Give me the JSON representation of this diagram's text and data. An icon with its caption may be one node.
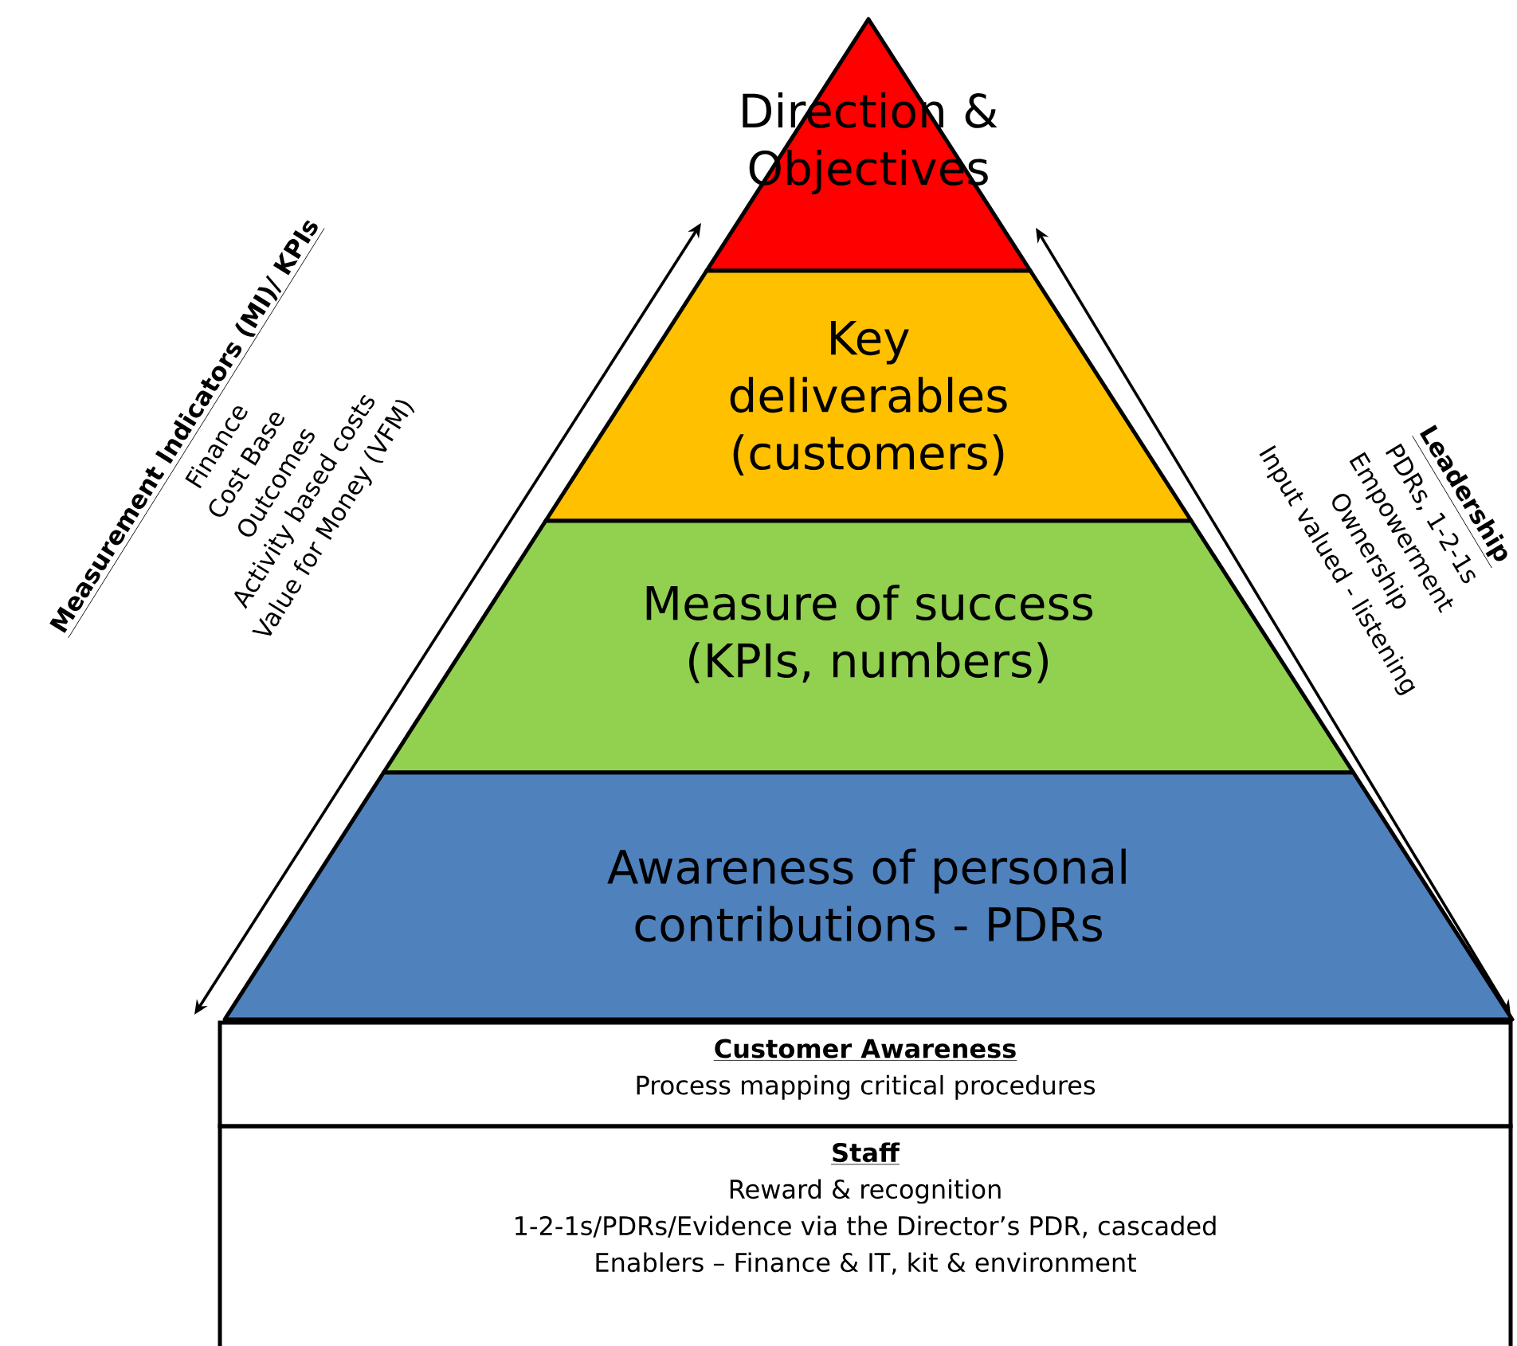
{
  "diagram": {
    "nodes": [
      {
        "text": [
          "Direction & Objectives"
        ]
      },
      {
        "text": [
          "Key deliverables (customers)"
        ]
      },
      {
        "text": [
          "Measure of success (KPIs, numbers)"
        ]
      },
      {
        "text": [
          "Awareness of personal contributions - PDRs"
        ]
      },
      {
        "text": [
          "Customer Awareness",
          "Process mapping critical procedures"
        ]
      },
      {
        "text": [
          "Staff",
          "Reward & recognition",
          "1-2-1s/PDRs/Evidence via the Director’s PDR, cascaded",
          "Enablers – Finance & IT, kit & environment"
        ]
      }
    ],
    "labels": [
      "Measurement Indicators (MI)/ KPIs",
      "Finance",
      "Cost Base",
      "Outcomes",
      "Activity based costs",
      "Value for Money (VFM)",
      "Leadership",
      "PDRs, 1-2-1s",
      "Empowerment",
      "Ownership",
      "Input valued - listening"
    ]
  }
}
